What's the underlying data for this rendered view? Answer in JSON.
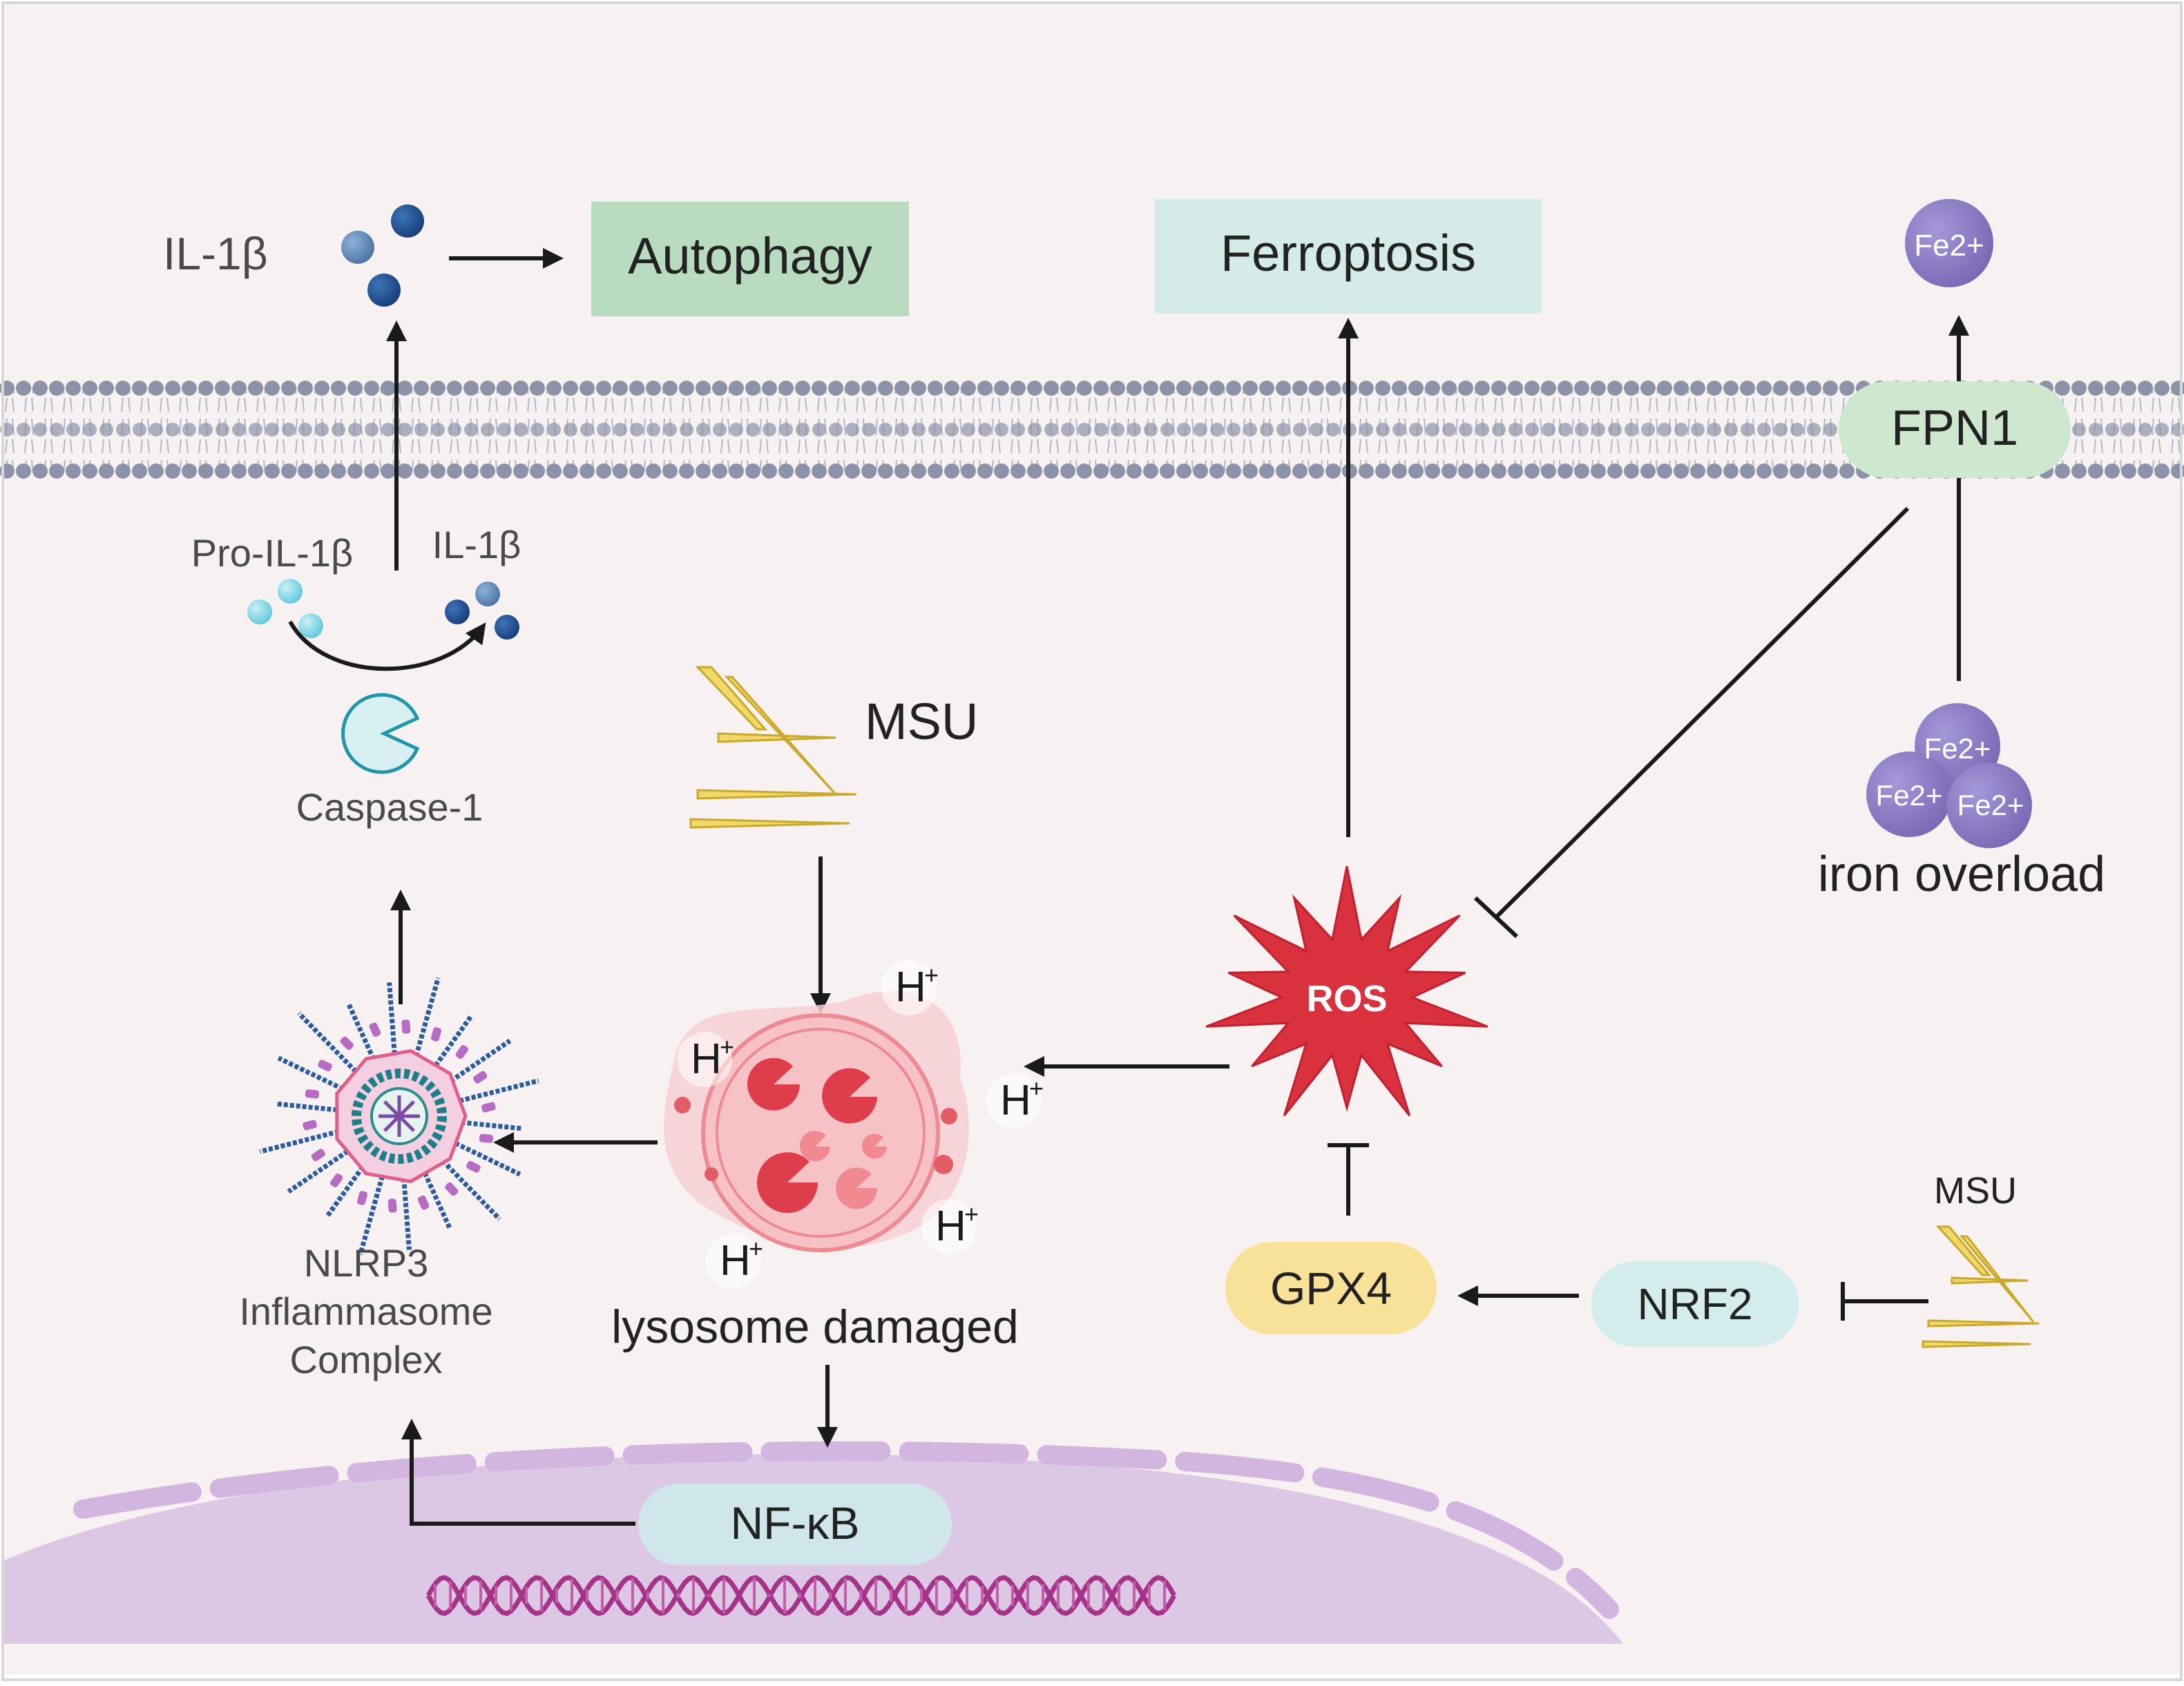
{
  "labels": {
    "il1b_top": "IL-1β",
    "autophagy": "Autophagy",
    "ferroptosis": "Ferroptosis",
    "fe_top": "Fe2+",
    "fpn1": "FPN1",
    "pro_il1b": "Pro-IL-1β",
    "il1b_small": "IL-1β",
    "caspase1": "Caspase-1",
    "msu_main": "MSU",
    "fe_a": "Fe2+",
    "fe_b": "Fe2+",
    "fe_c": "Fe2+",
    "iron_overload": "iron overload",
    "ros": "ROS",
    "h_plus": "H",
    "h_sup": "+",
    "nlrp3_line1": "NLRP3",
    "nlrp3_line2": "Inflammasome",
    "nlrp3_line3": "Complex",
    "lysosome": "lysosome damaged",
    "gpx4": "GPX4",
    "nrf2": "NRF2",
    "msu_right": "MSU",
    "nfkb": "NF-κB"
  },
  "colors": {
    "background": "#f8f1f1",
    "autophagy_box": "#b9dcc0",
    "ferroptosis_box": "#d5ebea",
    "fpn1_pill": "#cde8cf",
    "gpx4_pill": "#f8e29a",
    "nrf2_pill": "#d3ecec",
    "nfkb_pill": "#cfe6ea",
    "ros_star": "#d9313e",
    "iron": "#8a7bc2",
    "nucleus": "#d9c6e2",
    "dna": "#a6338a",
    "msu_crystal": "#e8cf5a",
    "caspase": "#d8f0f2",
    "lysosome": "#f29aa0"
  }
}
